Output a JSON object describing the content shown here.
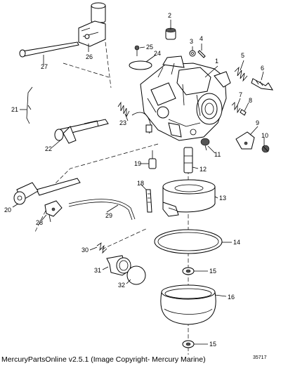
{
  "footer": {
    "text": "MercuryPartsOnline v2.5.1 (Image Copyright- Mercury Marine)",
    "drawing_code": "35717"
  },
  "callouts": [
    "1",
    "2",
    "3",
    "4",
    "5",
    "6",
    "7",
    "8",
    "9",
    "10",
    "11",
    "12",
    "13",
    "14",
    "15",
    "16",
    "15",
    "18",
    "19",
    "20",
    "21",
    "22",
    "23",
    "24",
    "25",
    "26",
    "27",
    "28",
    "29",
    "30",
    "31",
    "32"
  ]
}
